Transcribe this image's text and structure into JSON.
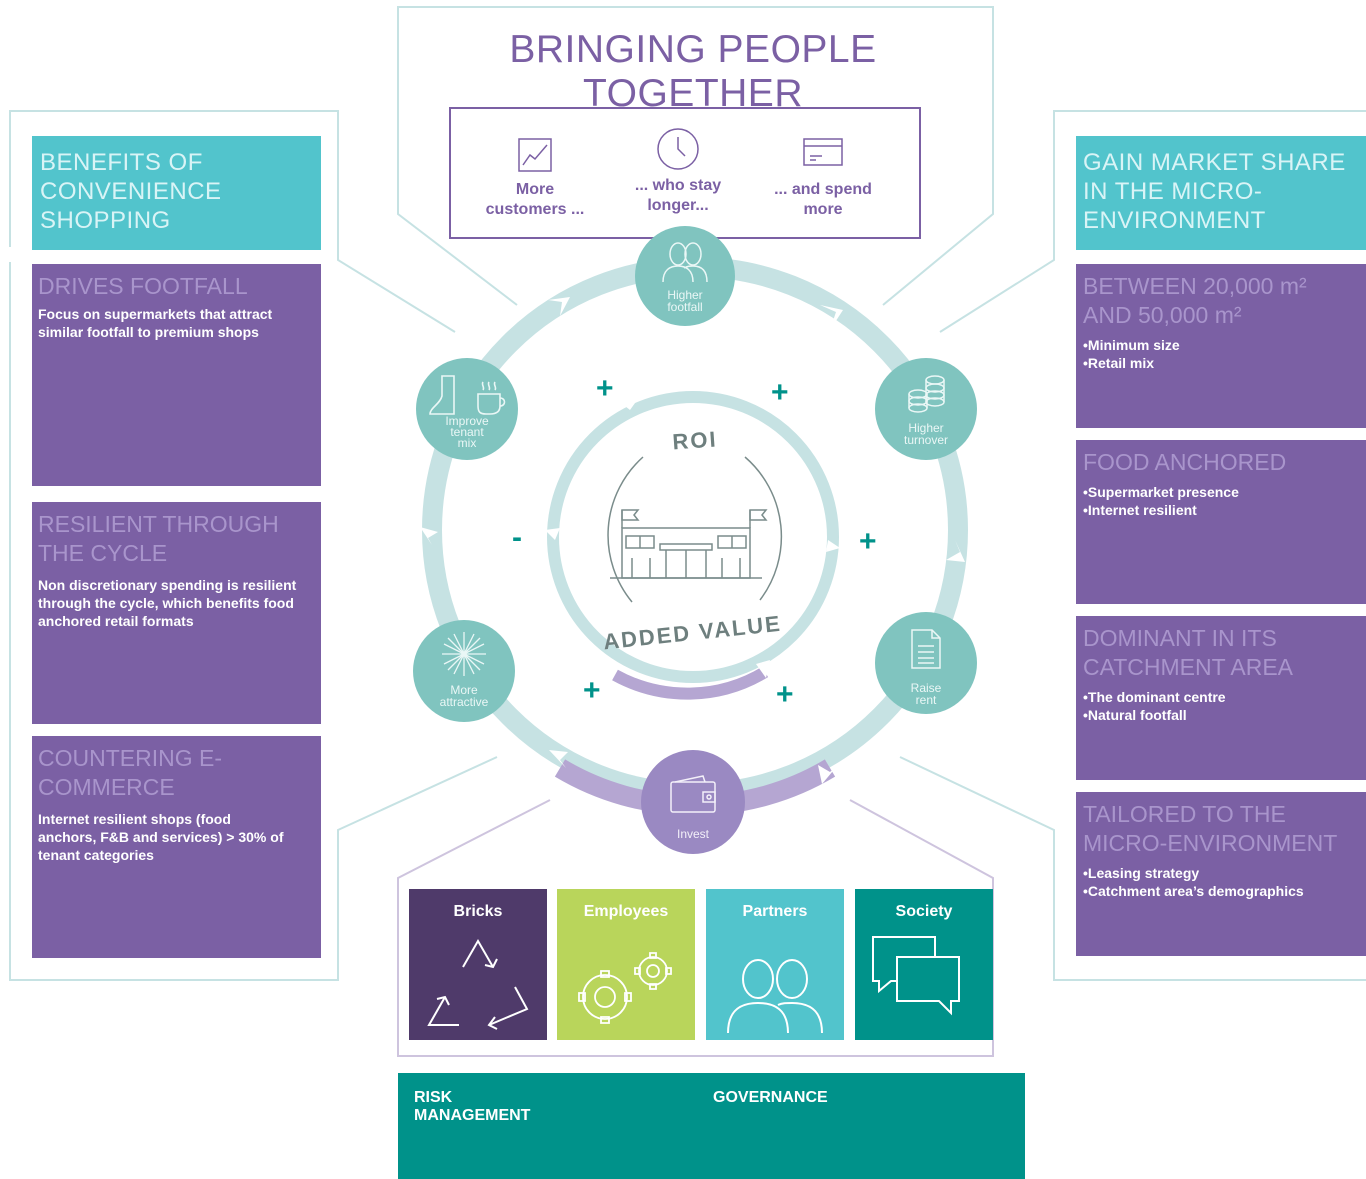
{
  "header": {
    "title": "BRINGING PEOPLE TOGETHER"
  },
  "customer_flow": [
    {
      "icon": "chart-icon",
      "label": "More customers ..."
    },
    {
      "icon": "clock-icon",
      "label": "... who stay longer..."
    },
    {
      "icon": "card-icon",
      "label": "... and spend more"
    }
  ],
  "left_panel": {
    "title": "BENEFITS OF CONVENIENCE SHOPPING",
    "blocks": [
      {
        "heading": "DRIVES FOOTFALL",
        "text": "Focus on supermarkets that attract similar footfall to premium shops"
      },
      {
        "heading": "RESILIENT THROUGH THE CYCLE",
        "text": "Non discretionary spending is resilient through the cycle, which benefits food anchored retail formats"
      },
      {
        "heading": "COUNTERING E-COMMERCE",
        "text": "Internet resilient shops (food anchors, F&B and services) > 30% of tenant categories"
      }
    ]
  },
  "right_panel": {
    "title": "GAIN MARKET SHARE IN THE MICRO-ENVIRONMENT",
    "blocks": [
      {
        "heading": "BETWEEN 20,000 m² AND 50,000 m²",
        "bullets": [
          "Minimum size",
          "Retail mix"
        ]
      },
      {
        "heading": "FOOD ANCHORED",
        "bullets": [
          "Supermarket presence",
          "Internet resilient"
        ]
      },
      {
        "heading": "DOMINANT IN ITS CATCHMENT AREA",
        "bullets": [
          "The dominant centre",
          "Natural footfall"
        ]
      },
      {
        "heading": "TAILORED TO THE MICRO-ENVIRONMENT",
        "bullets": [
          "Leasing strategy",
          "Catchment area’s demographics"
        ]
      }
    ]
  },
  "cycle": {
    "nodes": {
      "footfall": "Higher footfall",
      "turnover": "Higher turnover",
      "rent": "Raise rent",
      "invest": "Invest",
      "attractive": "More attractive",
      "tenant_mix": "Improve tenant mix"
    },
    "inner_top": "ROI",
    "inner_bottom": "ADDED VALUE",
    "signs": {
      "plus": "+",
      "minus": "-"
    }
  },
  "stakeholders": [
    {
      "label": "Bricks",
      "icon": "recycle-icon",
      "color": "#4f3a6a"
    },
    {
      "label": "Employees",
      "icon": "gears-icon",
      "color": "#b9d55b"
    },
    {
      "label": "Partners",
      "icon": "people-icon",
      "color": "#52c4cc"
    },
    {
      "label": "Society",
      "icon": "chat-icon",
      "color": "#00928a"
    }
  ],
  "bottom": {
    "risk": "RISK MANAGEMENT",
    "governance": "GOVERNANCE"
  },
  "colors": {
    "teal": "#52c4cc",
    "purple": "#7b60a4",
    "dark_teal": "#00928a",
    "sage": "#80c4bf",
    "ring": "#c6e2e3"
  }
}
